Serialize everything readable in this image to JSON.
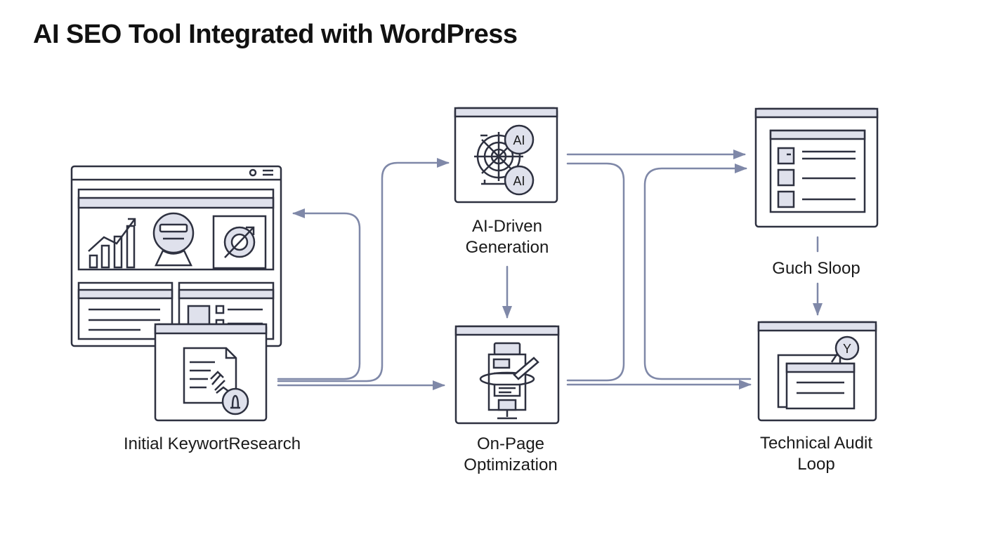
{
  "title": "AI SEO Tool Integrated with WordPress",
  "nodes": {
    "keyword_research": {
      "label": "Initial KeywortResearch"
    },
    "ai_generation": {
      "label_line1": "AI-Driven",
      "label_line2": "Generation",
      "badge_top": "AI",
      "badge_bottom": "AI"
    },
    "on_page": {
      "label_line1": "On-Page",
      "label_line2": "Optimization"
    },
    "guch_sloop": {
      "label": "Guch Sloop"
    },
    "technical_audit": {
      "label_line1": "Technical Audit",
      "label_line2": "Loop",
      "badge": "Y"
    }
  },
  "colors": {
    "stroke": "#2e3140",
    "fill": "#dfe1ec",
    "arrow": "#7f88a8",
    "background": "#ffffff"
  }
}
